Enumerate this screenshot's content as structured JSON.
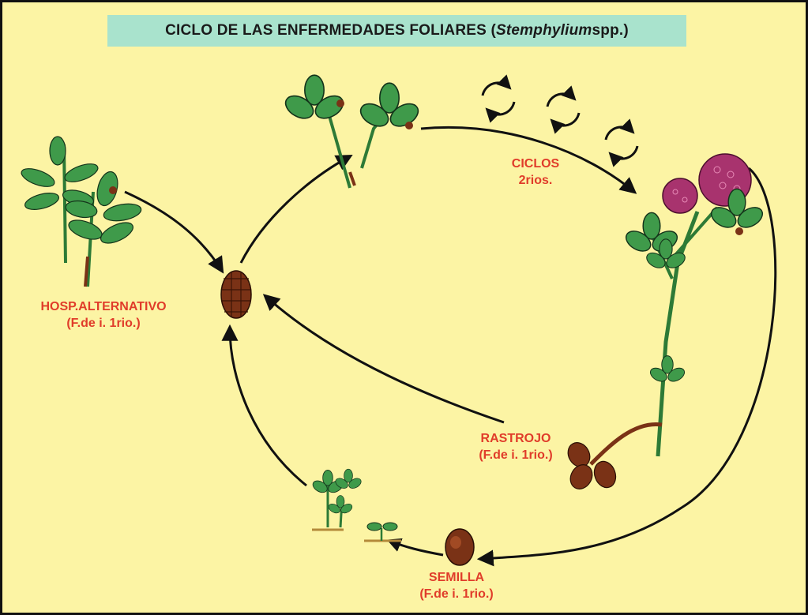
{
  "title": {
    "prefix": "CICLO DE LAS ENFERMEDADES FOLIARES (",
    "genus": "Stemphylium",
    "suffix": " spp.)"
  },
  "labels": {
    "alt_host": {
      "line1": "HOSP.ALTERNATIVO",
      "line2": "(F.de i. 1rio.)"
    },
    "cycles": {
      "line1": "CICLOS",
      "line2": "2rios."
    },
    "stubble": {
      "line1": "RASTROJO",
      "line2": "(F.de i. 1rio.)"
    },
    "seed": {
      "line1": "SEMILLA",
      "line2": "(F.de i. 1rio.)"
    }
  },
  "colors": {
    "background": "#fcf4a4",
    "title_band": "#a9e3cd",
    "label_red": "#e03c2a",
    "leaf_green": "#3f9a4a",
    "flower_purple": "#a8336e",
    "pseudothecium_brown": "#7a3216",
    "arrow": "#111111"
  },
  "icons": [
    "alternate-host-plant",
    "clover-leaves",
    "secondary-cycle-arrows",
    "flowering-clover",
    "pseudothecium",
    "stubble-leaf",
    "seed",
    "seedlings"
  ]
}
